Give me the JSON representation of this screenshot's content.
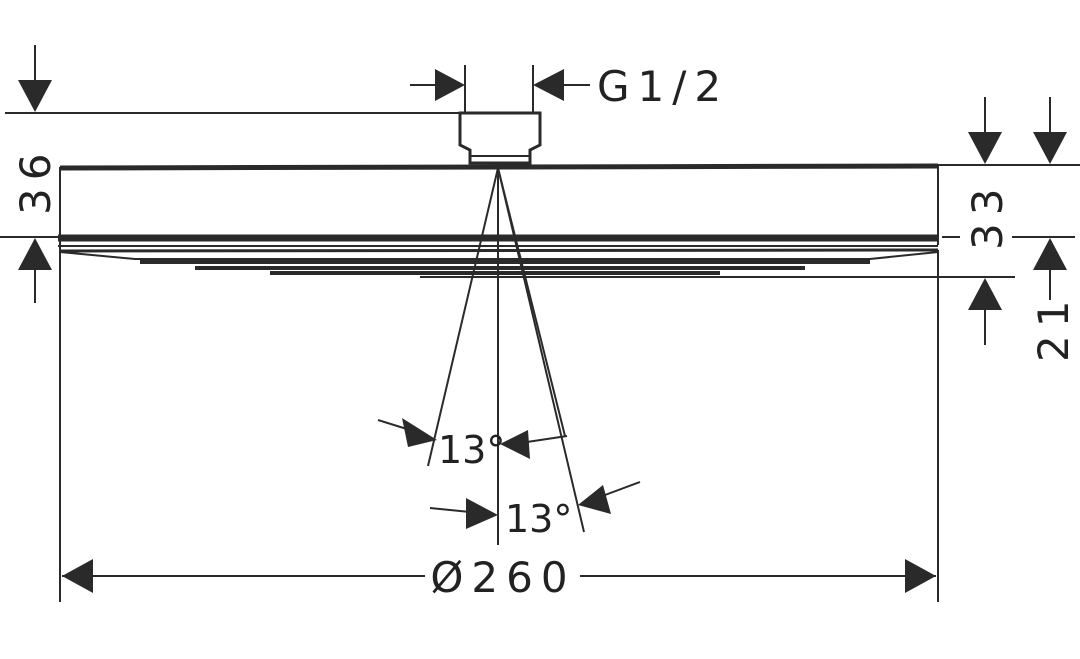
{
  "title": "Shower head dimension drawing",
  "dimensions": {
    "thread": "G1/2",
    "total_height": "36",
    "body_height": "33",
    "face_height": "21",
    "angle_1": "13°",
    "angle_2": "13°",
    "diameter": "Ø260"
  },
  "colors": {
    "line": "#2a2a2a",
    "background": "#ffffff"
  }
}
